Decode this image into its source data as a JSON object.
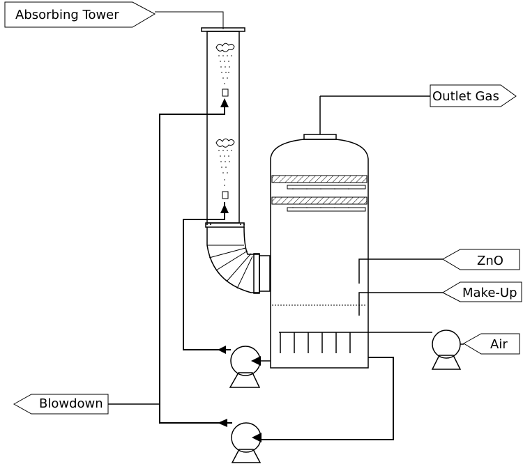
{
  "labels": {
    "absorbing_tower": "Absorbing Tower",
    "outlet_gas": "Outlet Gas",
    "zno": "ZnO",
    "make_up": "Make-Up",
    "air": "Air",
    "blowdown": "Blowdown"
  }
}
